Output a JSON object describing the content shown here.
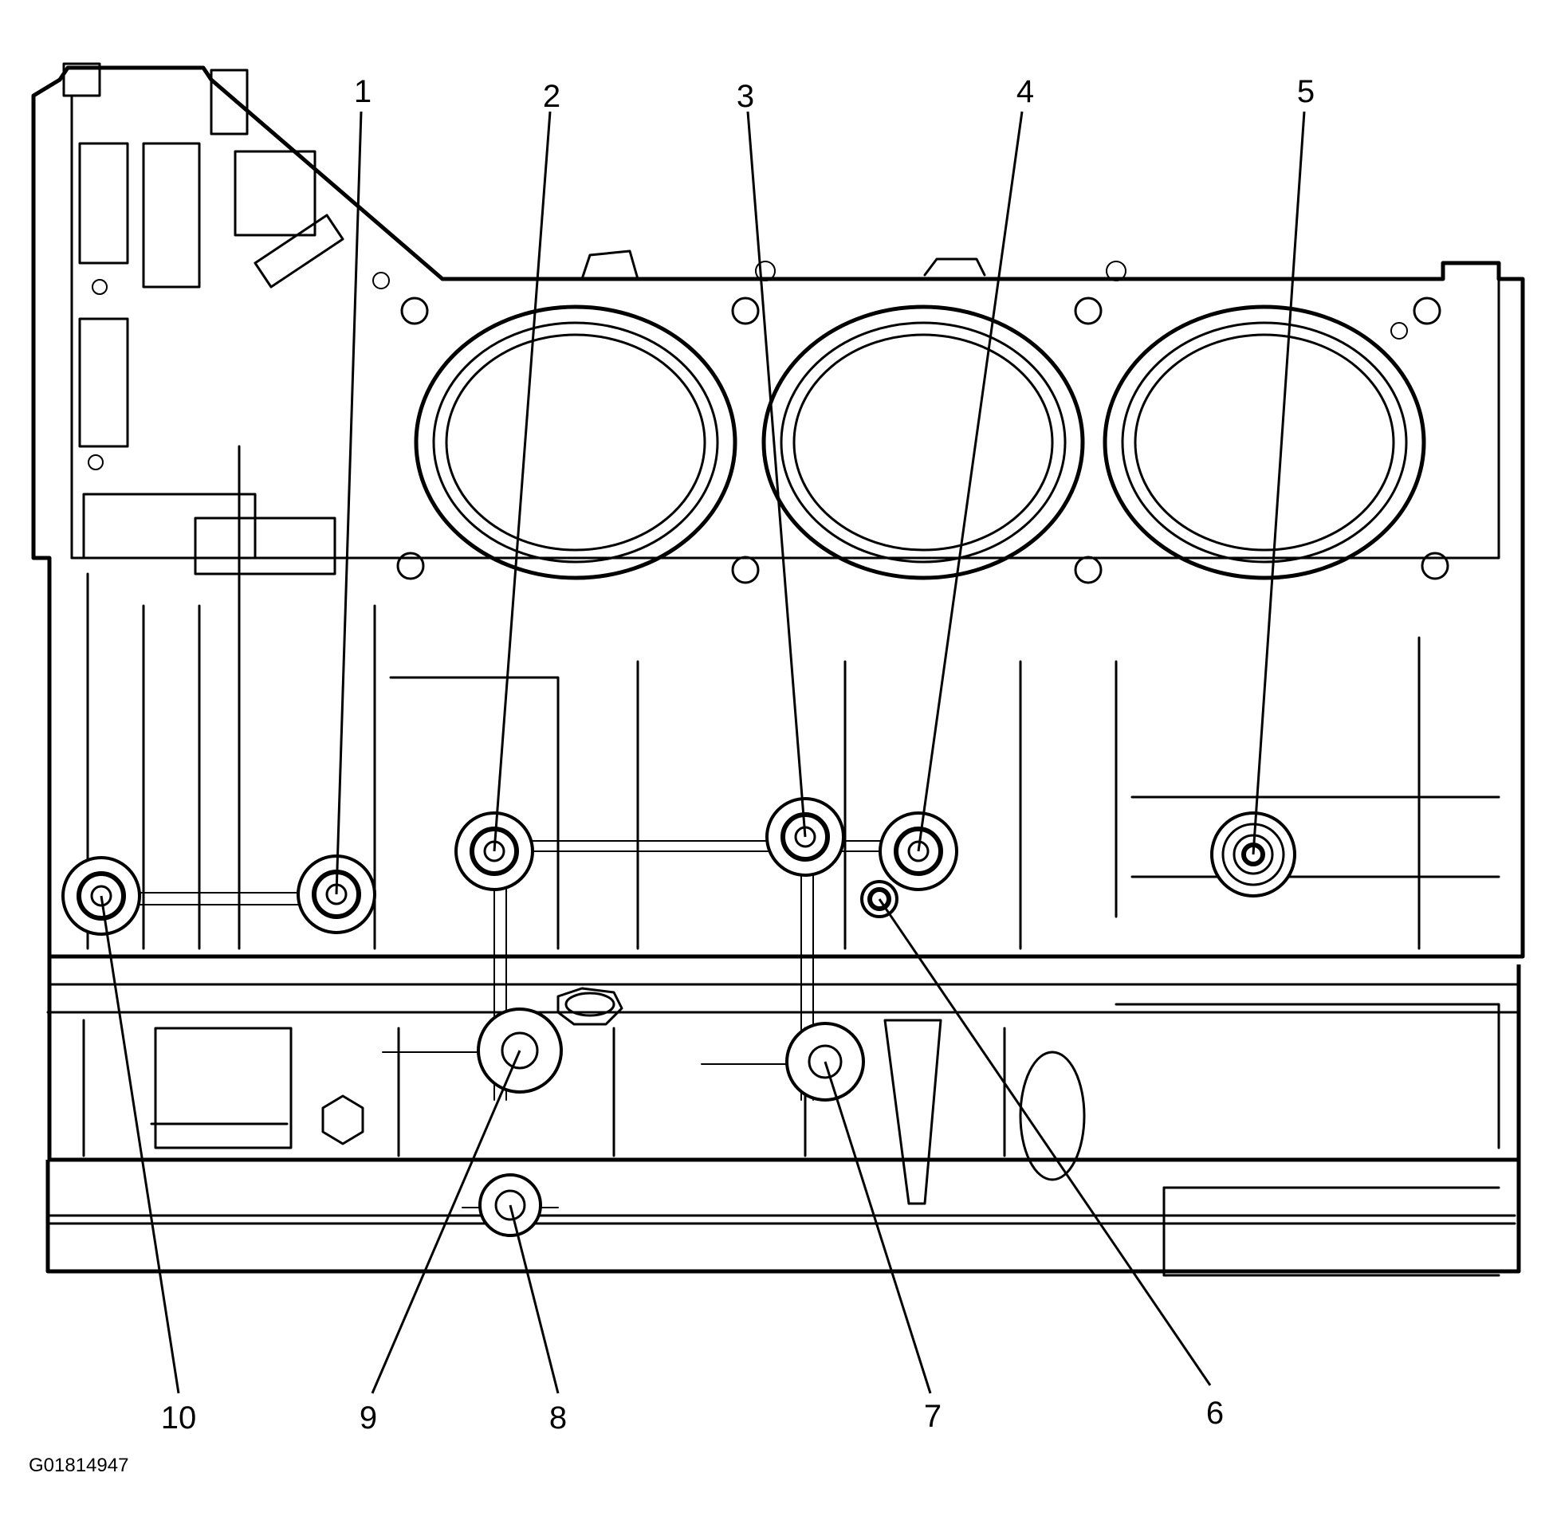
{
  "figure_id": "G01814947",
  "callouts": [
    {
      "number": "1"
    },
    {
      "number": "2"
    },
    {
      "number": "3"
    },
    {
      "number": "4"
    },
    {
      "number": "5"
    },
    {
      "number": "6"
    },
    {
      "number": "7"
    },
    {
      "number": "8"
    },
    {
      "number": "9"
    },
    {
      "number": "10"
    }
  ]
}
